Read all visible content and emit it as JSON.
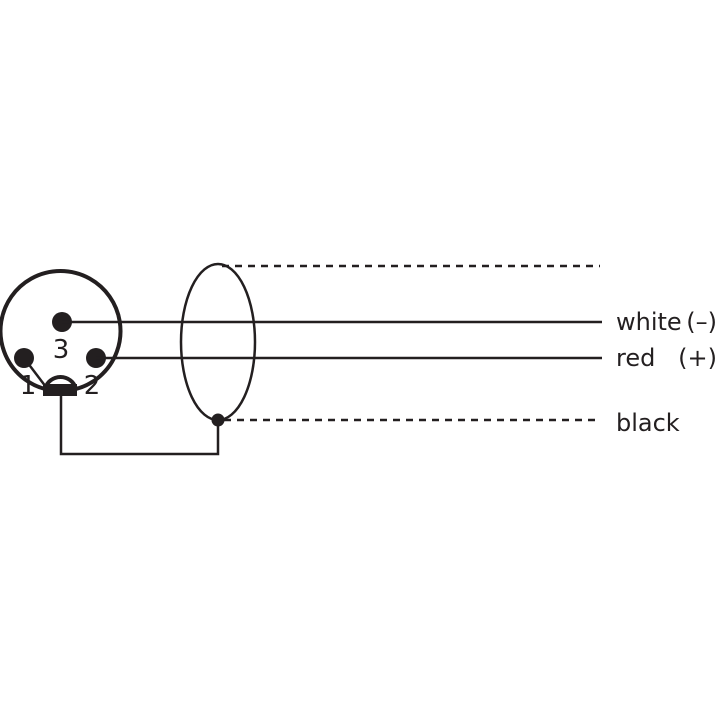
{
  "connector": {
    "pins": [
      {
        "id": "pin-1",
        "label": "1"
      },
      {
        "id": "pin-2",
        "label": "2"
      },
      {
        "id": "pin-3",
        "label": "3"
      }
    ]
  },
  "wires": {
    "white": {
      "name": "white",
      "polarity": "(–)"
    },
    "red": {
      "name": "red",
      "polarity": "(+)"
    },
    "black": {
      "name": "black"
    }
  },
  "colors": {
    "ink": "#231f20",
    "background": "#ffffff"
  }
}
